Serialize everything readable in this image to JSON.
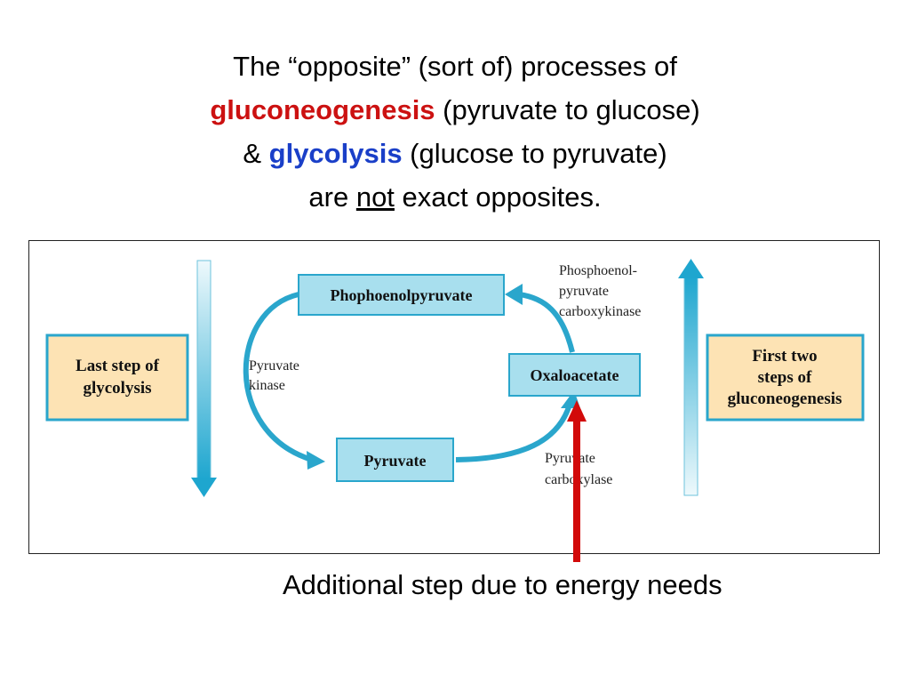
{
  "title": {
    "line1": "The “opposite” (sort of) processes of",
    "gluconeogenesis": "gluconeogenesis",
    "line2_rest": " (pyruvate to glucose)",
    "amp": "& ",
    "glycolysis": "glycolysis",
    "line3_rest": " (glucose to pyruvate)",
    "line4_pre": "are ",
    "not": "not",
    "line4_post": " exact opposites."
  },
  "diagram": {
    "left_box": [
      "Last step of",
      "glycolysis"
    ],
    "right_box": [
      "First two",
      "steps of",
      "gluconeogenesis"
    ],
    "pep": "Phophoenolpyruvate",
    "oaa": "Oxaloacetate",
    "pyruvate": "Pyruvate",
    "pk_label": [
      "Pyruvate",
      "kinase"
    ],
    "pepck_label": [
      "Phosphoenol-",
      "pyruvate",
      "carboxykinase"
    ],
    "pc_label": [
      "Pyruvate",
      "carboxylase"
    ]
  },
  "caption": "Additional step due to energy needs",
  "colors": {
    "red": "#cc1111",
    "blue": "#1a3fc8",
    "box_fill": "#a8dfee",
    "box_stroke": "#2aa6cc",
    "orange_fill": "#fde3b4",
    "arrow": "#2aa6cc",
    "red_arrow": "#d20a0a"
  }
}
